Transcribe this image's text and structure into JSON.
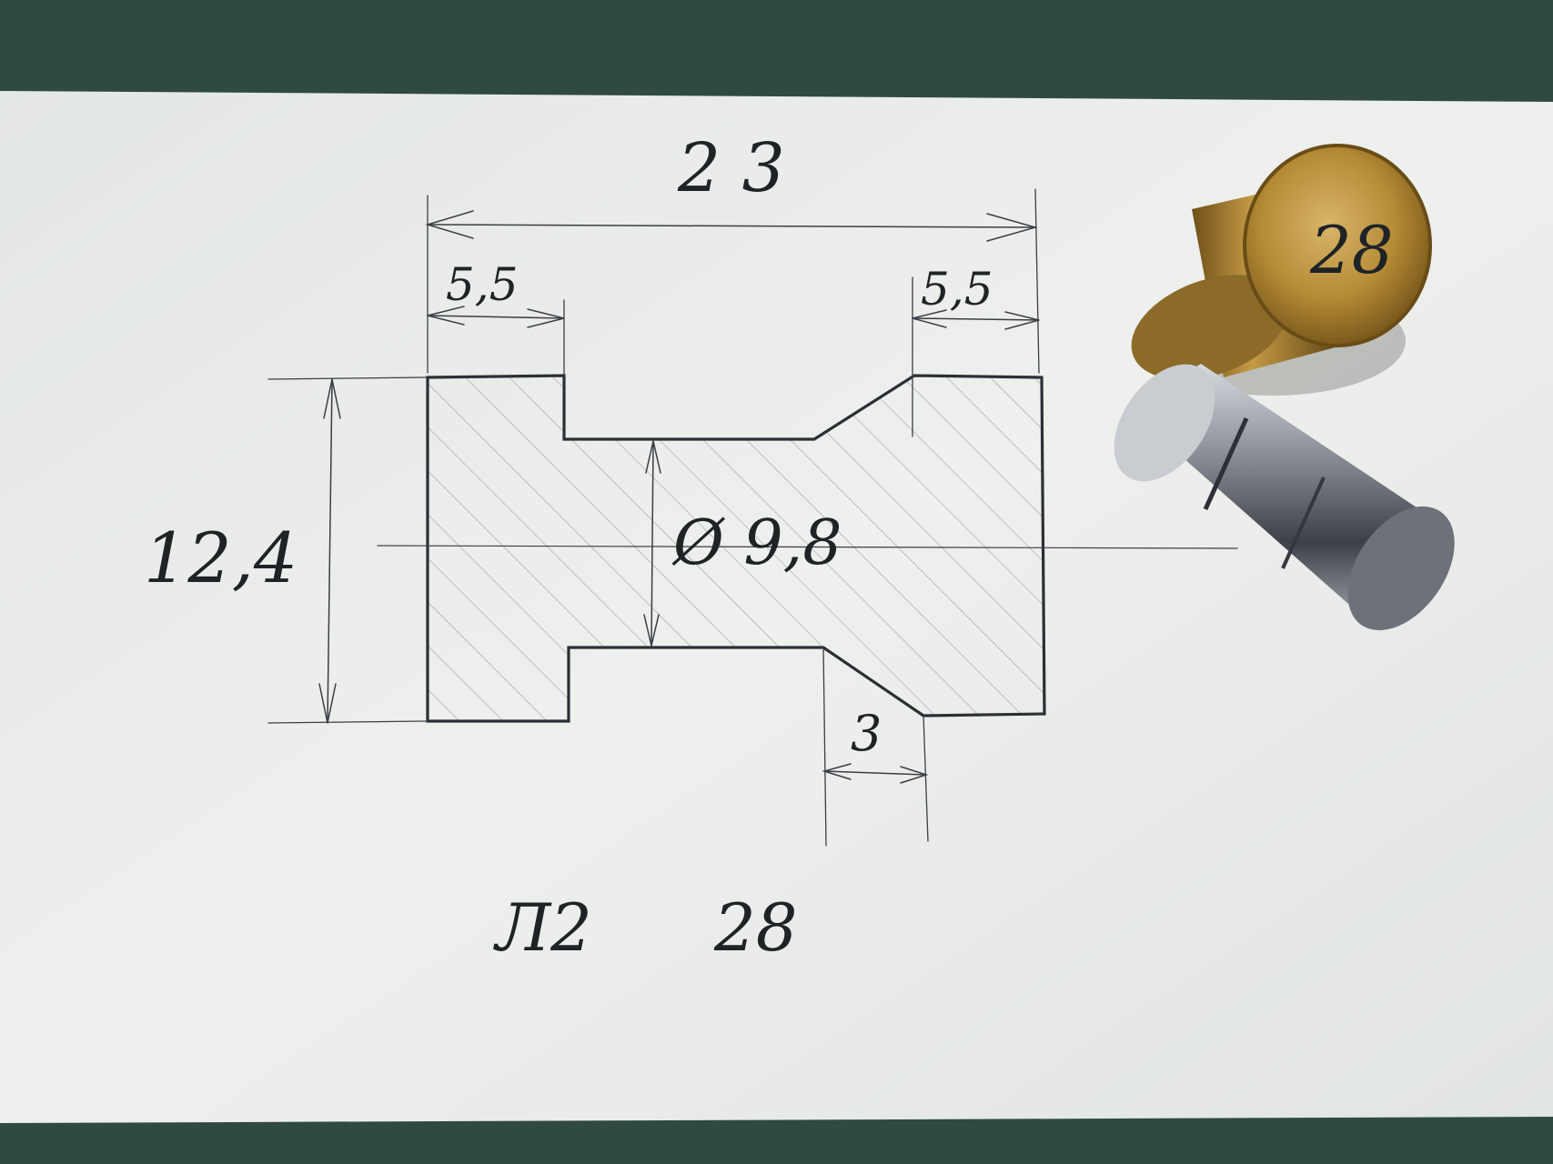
{
  "colors": {
    "table_background": "#2f4a43",
    "paper": "#e9ecea",
    "pencil": "#3a3f44",
    "ink": "#1e2326",
    "brass": "#b5892f",
    "steel": "#8a8f96"
  },
  "drawing": {
    "dim_overall_length": "2 3",
    "dim_left_shoulder": "5,5",
    "dim_right_shoulder": "5,5",
    "dim_outer_diameter": "12,4",
    "dim_inner_diameter": "Ø 9,8",
    "dim_chamfer_length": "3",
    "part_label_prefix": "Л2",
    "part_label_number": "28"
  },
  "objects": {
    "brass_part_marking": "28"
  }
}
